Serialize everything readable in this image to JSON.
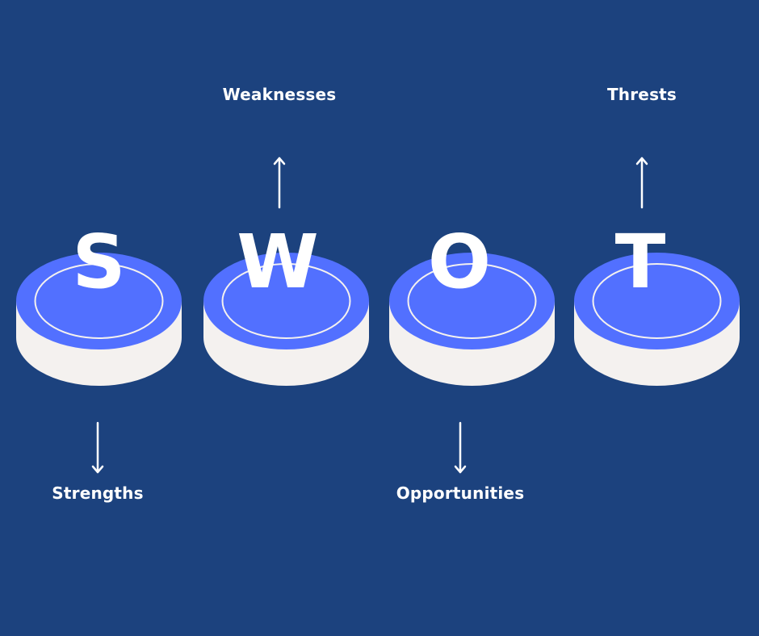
{
  "colors": {
    "background": "#1c427e",
    "puck_top": "#5270ff",
    "puck_side": "#f4f1ef",
    "text": "#ffffff"
  },
  "items": [
    {
      "letter": "S",
      "label": "Strengths"
    },
    {
      "letter": "W",
      "label": "Weaknesses"
    },
    {
      "letter": "O",
      "label": "Opportunities"
    },
    {
      "letter": "T",
      "label": "Thrests"
    }
  ]
}
